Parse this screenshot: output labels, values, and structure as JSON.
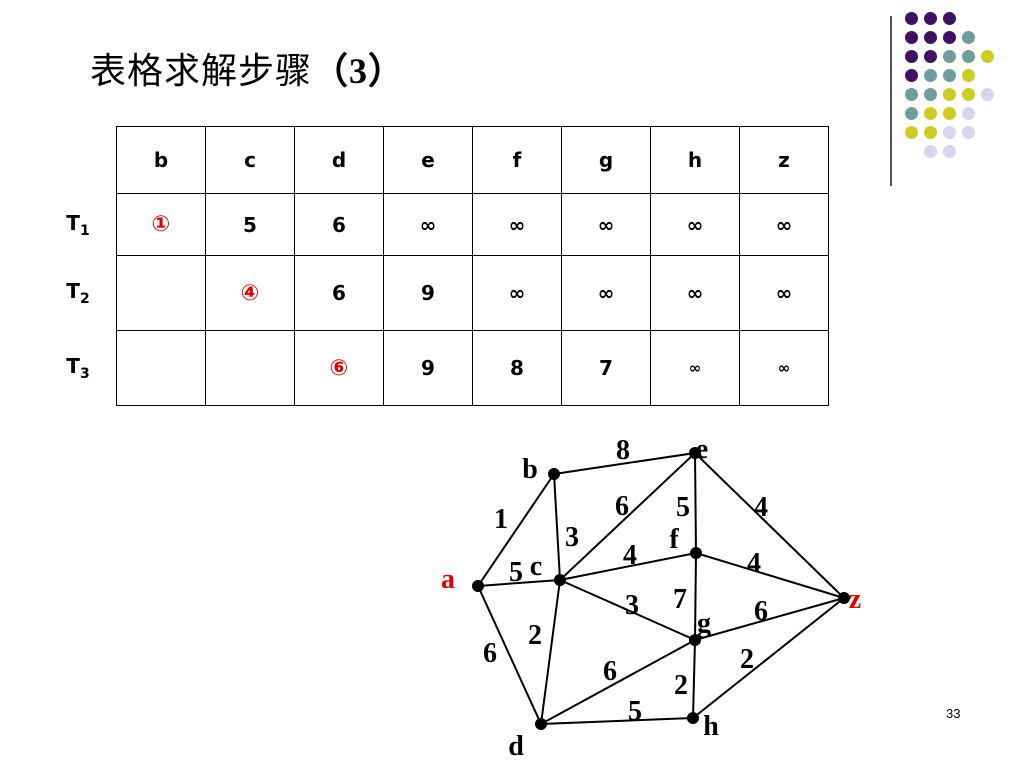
{
  "slide": {
    "title_text": "表格求解步骤",
    "title_num": "（3）",
    "page_number": "33"
  },
  "table": {
    "columns": [
      "b",
      "c",
      "d",
      "e",
      "f",
      "g",
      "h",
      "z"
    ],
    "rows": [
      {
        "label": "T",
        "sub": "1",
        "cells": [
          {
            "v": "①",
            "mark": true
          },
          {
            "v": "5"
          },
          {
            "v": "6"
          },
          {
            "v": "∞"
          },
          {
            "v": "∞"
          },
          {
            "v": "∞"
          },
          {
            "v": "∞"
          },
          {
            "v": "∞"
          }
        ]
      },
      {
        "label": "T",
        "sub": "2",
        "cells": [
          {
            "v": ""
          },
          {
            "v": "④",
            "mark": true
          },
          {
            "v": "6"
          },
          {
            "v": "9"
          },
          {
            "v": "∞"
          },
          {
            "v": "∞"
          },
          {
            "v": "∞"
          },
          {
            "v": "∞"
          }
        ]
      },
      {
        "label": "T",
        "sub": "3",
        "cells": [
          {
            "v": ""
          },
          {
            "v": ""
          },
          {
            "v": "⑥",
            "mark": true
          },
          {
            "v": "9"
          },
          {
            "v": "8"
          },
          {
            "v": "7"
          },
          {
            "v": "∞",
            "small": true
          },
          {
            "v": "∞",
            "small": true
          }
        ]
      }
    ]
  },
  "graph": {
    "vertices": [
      {
        "id": "a",
        "label": "a",
        "color": "#e00000"
      },
      {
        "id": "b",
        "label": "b",
        "color": "#000000"
      },
      {
        "id": "c",
        "label": "c",
        "color": "#000000"
      },
      {
        "id": "d",
        "label": "d",
        "color": "#000000"
      },
      {
        "id": "e",
        "label": "e",
        "color": "#000000"
      },
      {
        "id": "f",
        "label": "f",
        "color": "#000000"
      },
      {
        "id": "g",
        "label": "g",
        "color": "#000000"
      },
      {
        "id": "h",
        "label": "h",
        "color": "#000000"
      },
      {
        "id": "z",
        "label": "z",
        "color": "#e00000"
      }
    ],
    "edges": [
      {
        "from": "a",
        "to": "b",
        "w": "1"
      },
      {
        "from": "a",
        "to": "c",
        "w": "5"
      },
      {
        "from": "a",
        "to": "d",
        "w": "6"
      },
      {
        "from": "b",
        "to": "c",
        "w": "3"
      },
      {
        "from": "b",
        "to": "e",
        "w": "8"
      },
      {
        "from": "c",
        "to": "e",
        "w": "6"
      },
      {
        "from": "c",
        "to": "f",
        "w": "4"
      },
      {
        "from": "c",
        "to": "g",
        "w": "3"
      },
      {
        "from": "c",
        "to": "d",
        "w": "2"
      },
      {
        "from": "e",
        "to": "f",
        "w": "5"
      },
      {
        "from": "e",
        "to": "z",
        "w": "4"
      },
      {
        "from": "f",
        "to": "g",
        "w": "7"
      },
      {
        "from": "f",
        "to": "z",
        "w": "4"
      },
      {
        "from": "g",
        "to": "z",
        "w": "6"
      },
      {
        "from": "d",
        "to": "g",
        "w": "6"
      },
      {
        "from": "g",
        "to": "h",
        "w": "2"
      },
      {
        "from": "h",
        "to": "z",
        "w": "2"
      },
      {
        "from": "d",
        "to": "h",
        "w": "5"
      }
    ]
  },
  "palette": {
    "purple": "#3d1263",
    "teal": "#6f9d9b",
    "yellow": "#cccc22",
    "lavender": "#d6d6ec",
    "accent_red": "#e00000"
  }
}
